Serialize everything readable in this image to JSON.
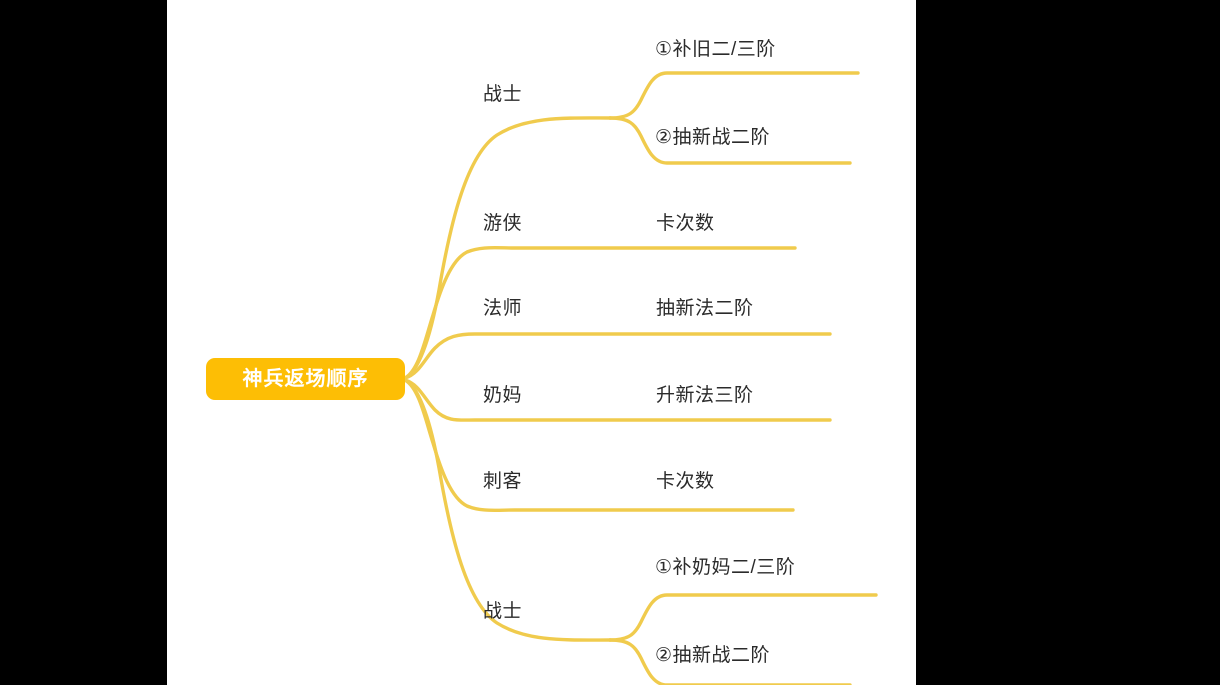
{
  "canvas": {
    "background": "#ffffff",
    "letterbox_color": "#000000",
    "edge_color": "#F0CB4D",
    "root_fill": "#FDBE05",
    "root_text_color": "#FFFFFF",
    "label_text_color": "#2B2B2B"
  },
  "root": {
    "label": "神兵返场顺序"
  },
  "branches": [
    {
      "label": "战士",
      "children": [
        {
          "label": "①补旧二/三阶"
        },
        {
          "label": "②抽新战二阶"
        }
      ]
    },
    {
      "label": "游侠",
      "children": [
        {
          "label": "卡次数"
        }
      ]
    },
    {
      "label": "法师",
      "children": [
        {
          "label": "抽新法二阶"
        }
      ]
    },
    {
      "label": "奶妈",
      "children": [
        {
          "label": "升新法三阶"
        }
      ]
    },
    {
      "label": "刺客",
      "children": [
        {
          "label": "卡次数"
        }
      ]
    },
    {
      "label": "战士",
      "children": [
        {
          "label": "①补奶妈二/三阶"
        },
        {
          "label": "②抽新战二阶"
        }
      ]
    }
  ]
}
